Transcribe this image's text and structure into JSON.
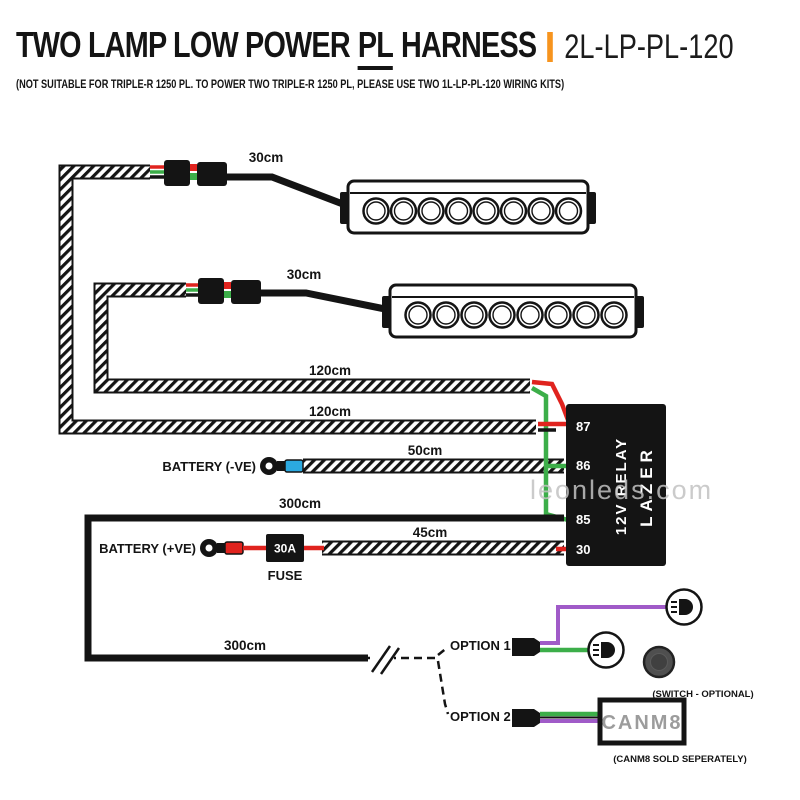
{
  "header": {
    "title_prefix": "TWO LAMP LOW POWER",
    "title_underlined": "PL",
    "title_suffix": "HARNESS",
    "title_code": "2L-LP-PL-120",
    "subtitle": "(NOT SUITABLE FOR TRIPLE-R 1250 PL. TO POWER TWO TRIPLE-R 1250 PL, PLEASE USE TWO 1L-LP-PL-120 WIRING KITS)"
  },
  "diagram": {
    "lengths": {
      "lamp1_lead": "30cm",
      "lamp2_lead": "30cm",
      "run_upper": "120cm",
      "run_lower": "120cm",
      "battery_neg_lead": "50cm",
      "relay_switch_lead": "300cm",
      "fuse_lead": "45cm",
      "options_lead": "300cm"
    },
    "battery_neg_label": "BATTERY (-VE)",
    "battery_pos_label": "BATTERY (+VE)",
    "fuse_rating": "30A",
    "fuse_label": "FUSE",
    "relay": {
      "terminals": [
        "87",
        "86",
        "85",
        "30"
      ],
      "label": "12V RELAY",
      "brand": "LAZER"
    },
    "option1_label": "OPTION 1",
    "option2_label": "OPTION 2",
    "switch_note": "(SWITCH - OPTIONAL)",
    "canm8_label": "CANM8",
    "canm8_note": "(CANM8 SOLD SEPERATELY)"
  },
  "watermark": "leonleds.com",
  "colors": {
    "accent_orange": "#F7941E",
    "wire_red": "#E0231E",
    "wire_green": "#3CAE49",
    "wire_purple": "#A05BC8",
    "crimp_blue": "#2BA9E0",
    "canm8_text": "#9C9C9C",
    "ink": "#141414"
  }
}
